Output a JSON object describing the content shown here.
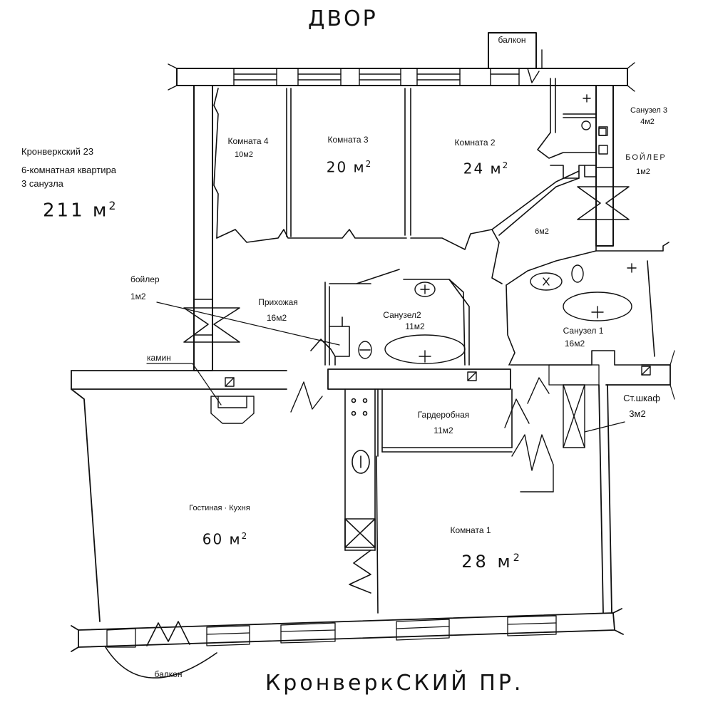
{
  "streets": {
    "courtyard": "ДВОР",
    "street": "КронверкСКИЙ ПР."
  },
  "info": {
    "address": "Кронверкский 23",
    "type": "6-комнатная квартира",
    "bathrooms": "3 санузла",
    "total_area": "211 м",
    "total_area_sup": "2"
  },
  "rooms": {
    "room4_name": "Комната 4",
    "room4_area": "10м2",
    "room3_name": "Комната 3",
    "room3_area": "20 м",
    "room3_sup": "2",
    "room2_name": "Комната 2",
    "room2_area": "24 м",
    "room2_sup": "2",
    "bath3_name": "Санузел 3",
    "bath3_area": "4м2",
    "boiler_right_name": "БОЙЛЕР",
    "boiler_right_area": "1м2",
    "corridor_area": "6м2",
    "boiler_left_name": "бойлер",
    "boiler_left_area": "1м2",
    "hall_name": "Прихожая",
    "hall_area": "16м2",
    "bath2_name": "Санузел2",
    "bath2_area": "11м2",
    "bath1_name": "Санузел 1",
    "bath1_area": "16м2",
    "fireplace": "камин",
    "wardrobe_name": "Гардеробная",
    "wardrobe_area": "11м2",
    "closet_name": "Ст.шкаф",
    "closet_area": "3м2",
    "living_name": "Гостиная · Кухня",
    "living_area": "60 м",
    "living_sup": "2",
    "room1_name": "Комната 1",
    "room1_area": "28 м",
    "room1_sup": "2",
    "balcony_top": "балкон",
    "balcony_bottom": "балкон"
  }
}
